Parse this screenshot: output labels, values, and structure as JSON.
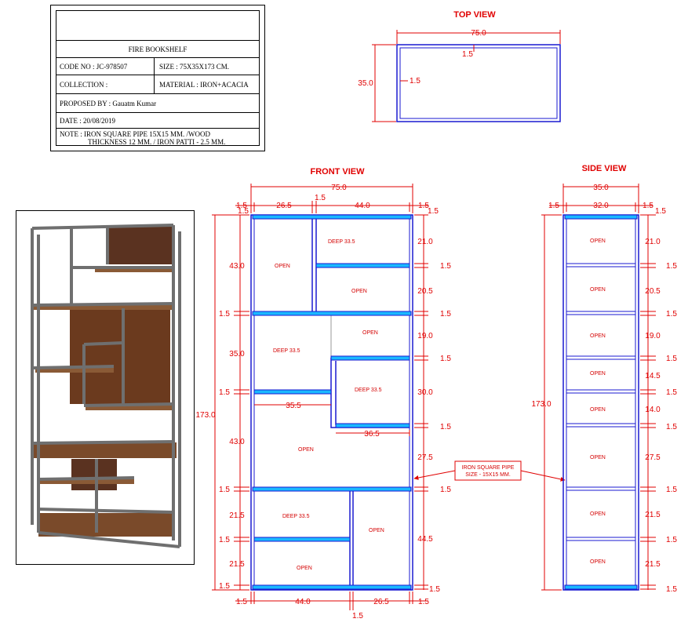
{
  "title_block": {
    "heading": "FIRE BOOKSHELF",
    "code_no": "CODE NO : JC-978507",
    "size": "SIZE : 75X35X173  CM.",
    "collection": "COLLECTION :",
    "material": "MATERIAL : IRON+ACACIA",
    "proposed_by": "PROPOSED BY : Gauatm Kumar",
    "date": "DATE : 20/08/2019",
    "note_line1": "NOTE : IRON SQUARE PIPE 15X15 MM. /WOOD",
    "note_line2": "THICKNESS 12 MM. / IRON PATTI - 2.5 MM."
  },
  "views": {
    "top": "TOP VIEW",
    "front": "FRONT VIEW",
    "side": "SIDE VIEW"
  },
  "top_view": {
    "width": "75.0",
    "depth": "35.0",
    "pipe_top": "1.5",
    "pipe_left": "1.5"
  },
  "front_view": {
    "overall_width": "75.0",
    "overall_height": "173.0",
    "top": {
      "left_post": "1.5",
      "left_bay": "26.5",
      "mid_post": "1.5",
      "right_bay": "44.0",
      "right_post": "1.5"
    },
    "bottom": {
      "left_post": "1.5",
      "left_bay": "44.0",
      "mid_post": "1.5",
      "right_bay": "26.5",
      "right_post": "1.5"
    },
    "left_dims": {
      "top_rail": "1.5",
      "t1": "1.5",
      "h1": "43.0",
      "r1": "1.5",
      "h2": "35.0",
      "r2": "1.5",
      "h3": "43.0",
      "r3": "1.5",
      "h4": "21.5",
      "r4": "1.5",
      "h5": "21.5",
      "r5": "1.5"
    },
    "right_dims": {
      "top": "1.5",
      "h1": "21.0",
      "r1": "1.5",
      "h2": "20.5",
      "r2": "1.5",
      "h3": "19.0",
      "r3": "1.5",
      "h4": "30.0",
      "r4": "1.5",
      "h5": "27.5",
      "r5": "1.5",
      "h6": "44.5",
      "r6": "1.5"
    },
    "inner_dims": {
      "a": "35.5",
      "b": "36.5"
    },
    "labels": {
      "open_a": "OPEN",
      "deep_a": "DEEP 33.5",
      "open_b": "OPEN",
      "open_c": "OPEN",
      "deep_b": "DEEP 33.5",
      "deep_c": "DEEP 33.5",
      "open_d": "OPEN",
      "deep_d": "DEEP 33.5",
      "open_e": "OPEN",
      "open_f": "OPEN"
    }
  },
  "callout": {
    "line1": "IRON SQUARE PIPE",
    "line2": "SIZE - 15X15 MM."
  },
  "side_view": {
    "overall_width": "35.0",
    "inner_width": "32.0",
    "left_post": "1.5",
    "right_post": "1.5",
    "overall_height": "173.0",
    "right_dims": {
      "top": "1.5",
      "h1": "21.0",
      "r1": "1.5",
      "h2": "20.5",
      "r2": "1.5",
      "h3": "19.0",
      "r3": "1.5",
      "h4": "14.5",
      "r4": "1.5",
      "h5": "14.0",
      "r5": "1.5",
      "h6": "27.5",
      "r6": "1.5",
      "h7": "21.5",
      "r7": "1.5",
      "h8": "21.5",
      "r8": "1.5"
    },
    "open_labels": [
      "OPEN",
      "OPEN",
      "OPEN",
      "OPEN",
      "OPEN",
      "OPEN",
      "OPEN",
      "OPEN"
    ]
  },
  "colors": {
    "dimension": "#e00000",
    "frame": "#1a1ad0",
    "shelf": "#1ab8ff",
    "pipe": "#6f6f6f",
    "wood": "#6b3a1e"
  }
}
